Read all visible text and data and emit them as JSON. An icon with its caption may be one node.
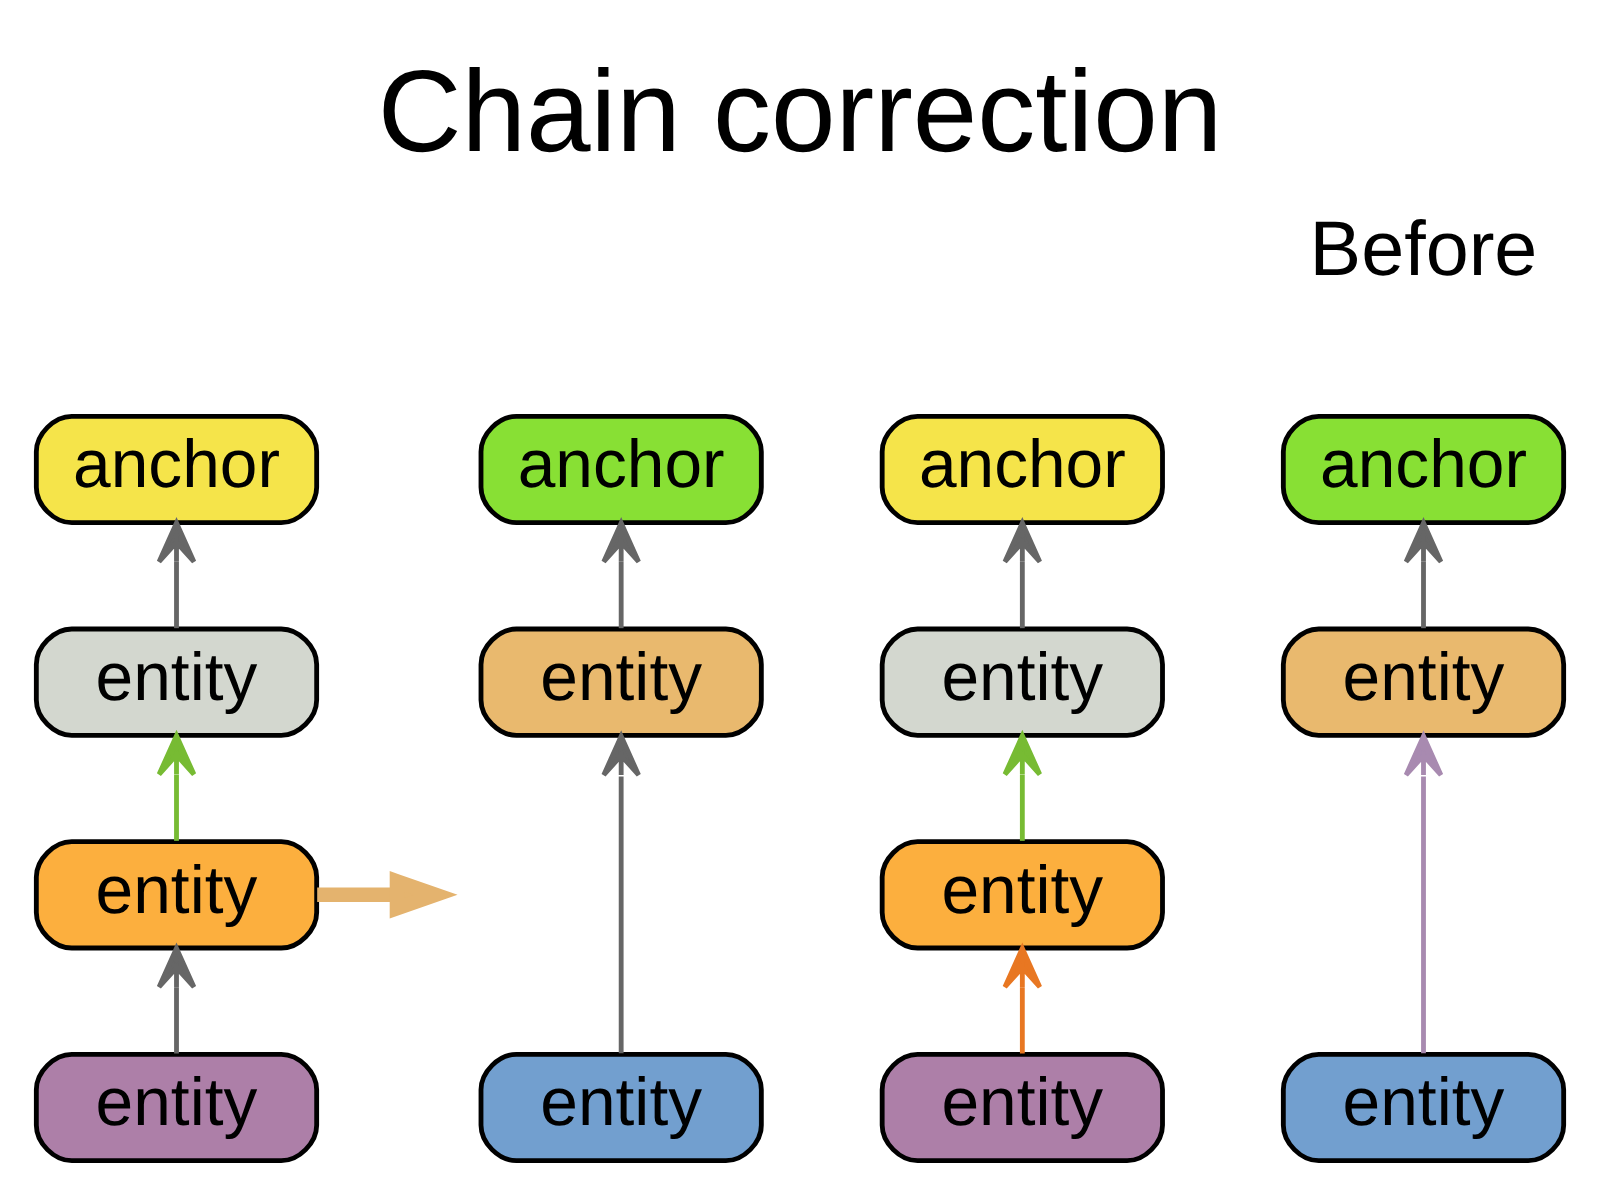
{
  "diagram": {
    "title": "Chain correction",
    "nodes": [
      {
        "text": [
          "anchor"
        ]
      },
      {
        "text": [
          "anchor"
        ]
      },
      {
        "text": [
          "entity"
        ]
      },
      {
        "text": [
          "entity"
        ]
      },
      {
        "text": [
          "entity"
        ]
      },
      {
        "text": [
          "entity"
        ]
      },
      {
        "text": [
          "entity"
        ]
      },
      {
        "text": [
          "anchor"
        ]
      },
      {
        "text": [
          "anchor"
        ]
      },
      {
        "text": [
          "entity"
        ]
      },
      {
        "text": [
          "entity"
        ]
      },
      {
        "text": [
          "entity"
        ]
      },
      {
        "text": [
          "entity"
        ]
      },
      {
        "text": [
          "entity"
        ]
      }
    ],
    "edges": [
      {
        "from": 2,
        "to": 0,
        "arrow": "to"
      },
      {
        "from": 3,
        "to": 1,
        "arrow": "to"
      },
      {
        "from": 4,
        "to": 2,
        "arrow": "to",
        "color": "#77bb33"
      },
      {
        "from": 6,
        "to": 3,
        "arrow": "to"
      },
      {
        "from": 5,
        "to": 4,
        "arrow": "to"
      },
      {
        "from": 4,
        "to": null,
        "arrow": "to",
        "style": "thick",
        "color": "#e4b36e"
      },
      {
        "from": 9,
        "to": 7,
        "arrow": "to"
      },
      {
        "from": 10,
        "to": 8,
        "arrow": "to"
      },
      {
        "from": 11,
        "to": 9,
        "arrow": "to",
        "color": "#77bb33"
      },
      {
        "from": 13,
        "to": 10,
        "arrow": "to",
        "color": "#a88ab0"
      },
      {
        "from": 12,
        "to": 11,
        "arrow": "to",
        "color": "#e87722"
      }
    ],
    "labels": [
      "Before"
    ]
  }
}
